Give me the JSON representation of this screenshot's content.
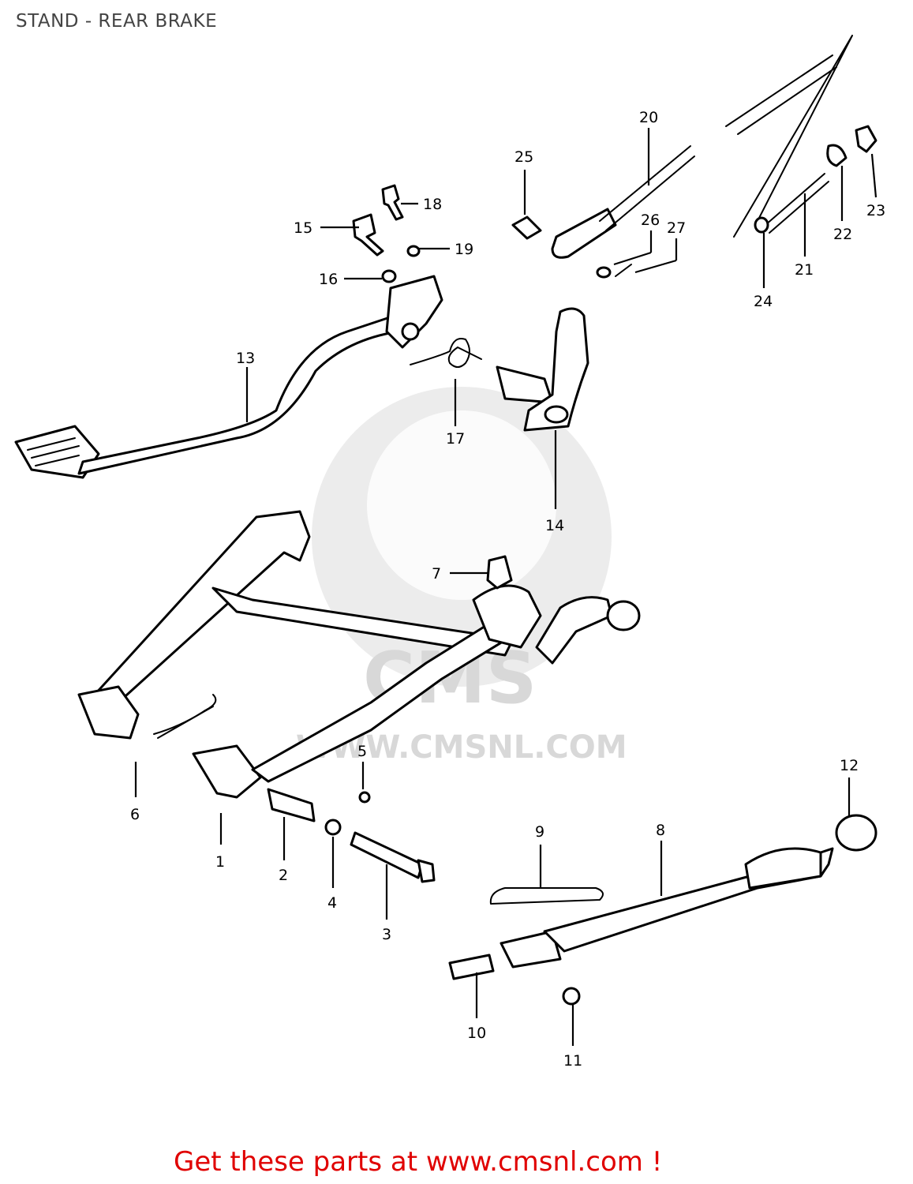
{
  "title": "STAND - REAR BRAKE",
  "footer": "Get these parts at www.cmsnl.com !",
  "watermark": {
    "brand": "CMS",
    "url": "WWW.CMSNL.COM"
  },
  "callouts": [
    "1",
    "2",
    "3",
    "4",
    "5",
    "6",
    "7",
    "8",
    "9",
    "10",
    "11",
    "12",
    "13",
    "14",
    "15",
    "16",
    "17",
    "18",
    "19",
    "20",
    "21",
    "22",
    "23",
    "24",
    "25",
    "26",
    "27"
  ],
  "colors": {
    "footer": "#e00000",
    "title": "#444444",
    "watermark": "#d8d8d8"
  }
}
